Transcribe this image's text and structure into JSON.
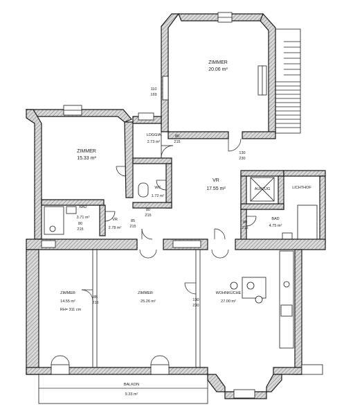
{
  "rooms": {
    "zimmer_top": {
      "name": "ZIMMER",
      "area": "20.06 m²"
    },
    "zimmer_left": {
      "name": "ZIMMER",
      "area": "15.33 m²"
    },
    "loggia": {
      "name": "LOGGIA",
      "area": "2.73 m²"
    },
    "wc": {
      "name": "WC",
      "area": "1.72 m²"
    },
    "vr_main": {
      "name": "VR",
      "area": "17.55 m²"
    },
    "bad_left": {
      "name": "BAD",
      "area": "3.71 m²"
    },
    "vr_small": {
      "name": "VR",
      "area": "2.78 m²"
    },
    "aufzug": {
      "name": "AUFZUG"
    },
    "lichthof": {
      "name": "LICHTHOF"
    },
    "bad_right": {
      "name": "BAD",
      "area": "4.75 m²"
    },
    "zimmer_1": {
      "name": "ZIMMER",
      "area": "14.55 m²",
      "height": "RH= 311 cm"
    },
    "zimmer_2": {
      "name": "ZIMMER",
      "area": "25.26 m²"
    },
    "wohnkueche": {
      "name": "WOHNKÜCHE",
      "area": "27.00 m²"
    },
    "balkon": {
      "name": "BALKON",
      "area": "9.33 m²"
    }
  },
  "dimensions": {
    "d_130_230_top": [
      "130",
      "230"
    ],
    "d_80_215_wc": [
      "80",
      "215"
    ],
    "d_80_215_bad": [
      "80",
      "215"
    ],
    "d_85_215_vr": [
      "85",
      "215"
    ],
    "d_80_215_badr": [
      "80",
      "215"
    ],
    "d_85_215_z1": [
      "85",
      "215"
    ],
    "d_130_230_z2": [
      "130",
      "230"
    ],
    "d_110_169": [
      "110",
      "169"
    ],
    "d_80_215_loggia": [
      "80",
      "215"
    ]
  }
}
